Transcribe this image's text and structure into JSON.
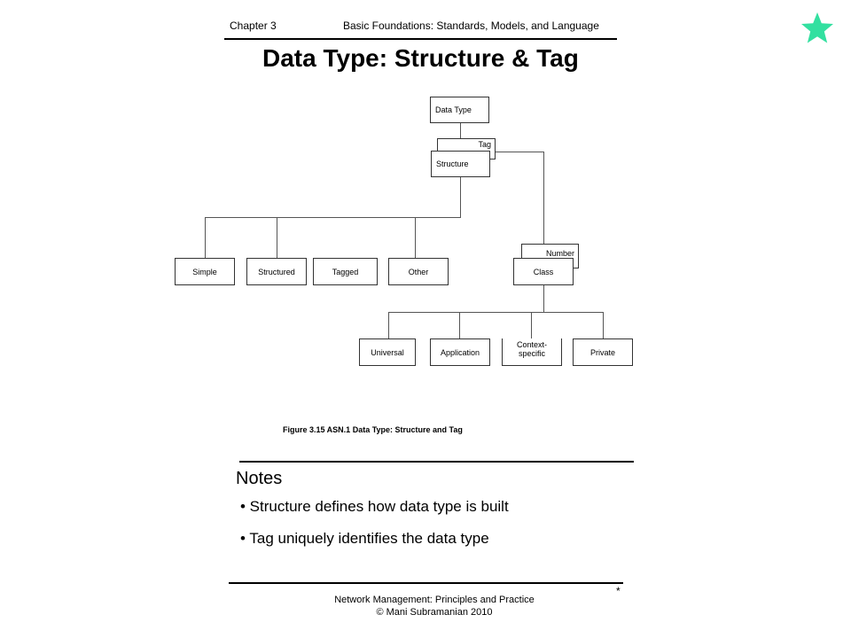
{
  "header": {
    "chapter": "Chapter 3",
    "book_section": "Basic Foundations: Standards, Models, and Language",
    "star_color": "#33e0a0"
  },
  "slide": {
    "title": "Data Type: Structure & Tag"
  },
  "figure": {
    "nodes": {
      "data_type": "Data Type",
      "tag": "Tag",
      "structure": "Structure",
      "simple": "Simple",
      "structured": "Structured",
      "tagged": "Tagged",
      "other": "Other",
      "number": "Number",
      "class": "Class",
      "universal": "Universal",
      "application": "Application",
      "context_specific_1": "Context-",
      "context_specific_2": "specific",
      "private": "Private"
    },
    "caption": "Figure 3.15  ASN.1 Data Type: Structure and Tag"
  },
  "notes": {
    "heading": "Notes",
    "items": [
      "• Structure defines how data type is built",
      "• Tag uniquely identifies the data type"
    ]
  },
  "footer": {
    "line1": "Network Management: Principles and Practice",
    "line2": "© Mani Subramanian 2010",
    "page_marker": "*"
  }
}
